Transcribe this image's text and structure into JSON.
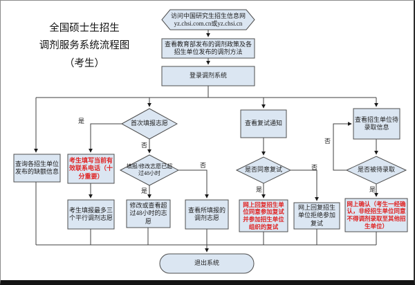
{
  "page": {
    "title_lines": [
      "全国硕士生招生",
      "调剂服务系统流程图",
      "（考生）"
    ]
  },
  "colors": {
    "shape_fill": "#dbe6f2",
    "shape_border": "#4d4d4d",
    "connector": "#3f3f3f",
    "red_text": "#e02222",
    "text": "#1c1c1c"
  },
  "labels": {
    "yes": "是",
    "no": "否"
  },
  "nodes": {
    "visit_site_line1": "访问中国研究生招生信息网",
    "visit_site_line2": "yz.chsi.com.cn或yz.chsi.cn",
    "view_policy": "查看教育部发布的调剂政策及各招生单位发布的调剂方法",
    "login_system": "登录调剂系统",
    "query_vacancy": "查询各招生单位发布的缺额信息",
    "fill_phone": "考生填写当前有效联系电话（十分重要）",
    "first_time_fill": "首次填报志愿",
    "over_48_hours": "填报/修改志愿已超过48小时",
    "fill_three_wishes": "考生填报最多三个平行调剂志愿",
    "modify_or_view_48h": "修改或查看超过48小时的志愿",
    "view_filled_wishes": "查看所填报的调剂志愿",
    "view_retest_notice": "查看复试通知",
    "agree_retest": "是否同意复试",
    "reply_agree_retest": "网上回复招生单位同意参加复试并参加招生单位组织的复试",
    "reply_refuse_retest": "网上回复招生单位拒绝参加复试",
    "view_pending_admission": "查看招生单位待录取信息",
    "is_pending_admitted": "是否被待录取",
    "confirm_online": "网上确认（考生一经确认，非经招生单位同意不得调剂录取至其他招生单位）",
    "exit_system": "退出系统"
  }
}
